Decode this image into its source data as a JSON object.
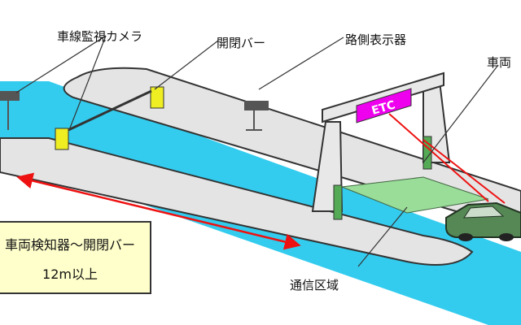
{
  "labels": {
    "camera": "車線監視カメラ",
    "bar": "開閉バー",
    "roadside_display": "路側表示器",
    "vehicle_detector": "車両",
    "comm_zone": "通信区域"
  },
  "gantry_text": "ETC",
  "info_box": {
    "line1": "車両検知器～開閉バー",
    "line2": "12m以上"
  },
  "colors": {
    "lane": "#33ccee",
    "island_fill": "#e4e4e4",
    "gantry_sign": "#ee00ee",
    "comm_zone": "#99dd99",
    "detector_post": "#55aa55",
    "bar_box": "#eeee22",
    "range_arrow": "#ee1111",
    "info_box": "#ffffcc"
  }
}
